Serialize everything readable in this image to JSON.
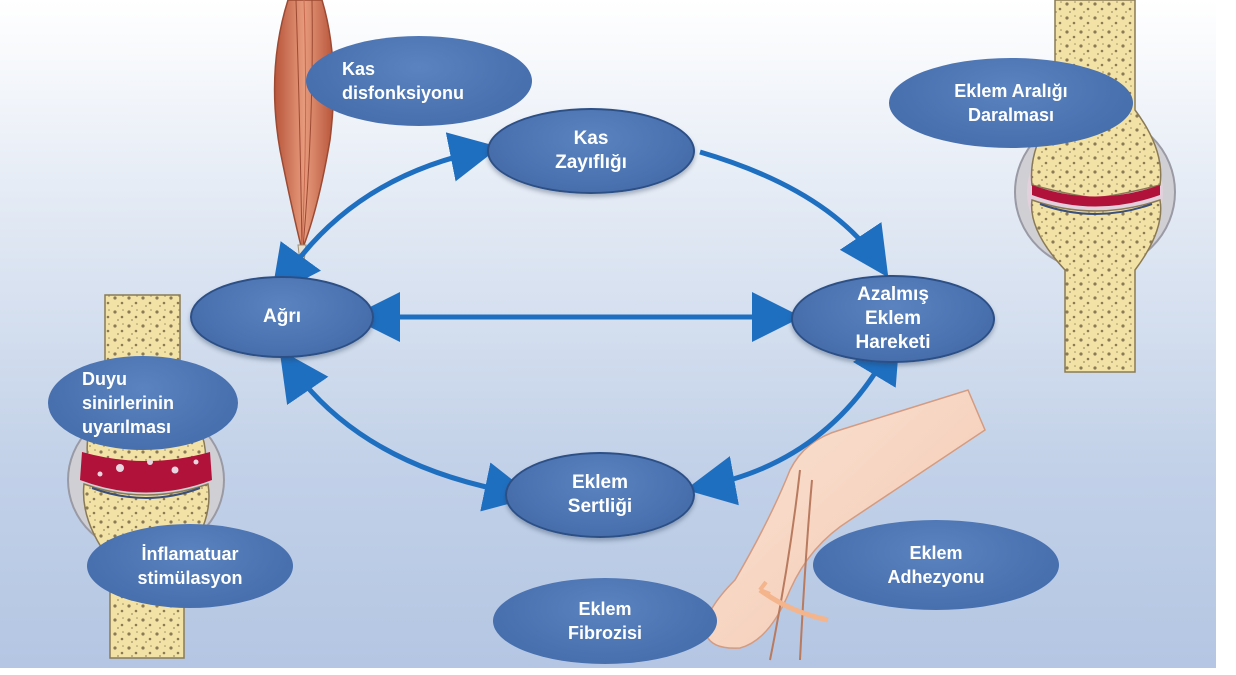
{
  "diagram": {
    "cycle": {
      "pain": "Ağrı",
      "muscle_weakness": "Kas\nZayıflığı",
      "reduced_motion": "Azalmış\nEklem\nHareketi",
      "joint_stiffness": "Eklem\nSertliği"
    },
    "side_labels": {
      "muscle_dysfunction": "Kas\ndisfonksiyonu",
      "joint_space_narrowing": "Eklem Aralığı\nDaralması",
      "sensory_nerve_stimulation": "Duyu\nsinirlerinin\nuyarılması",
      "inflammatory_stimulation": "İnflamatuar\nstimülasyon",
      "joint_fibrosis": "Eklem\nFibrozisi",
      "joint_adhesion": "Eklem\nAdhezyonu"
    },
    "icons": {
      "muscle": "muscle-illustration",
      "healthy_joint": "healthy-joint-illustration",
      "inflamed_joint": "inflamed-joint-illustration",
      "finger": "bent-finger-illustration"
    },
    "colors": {
      "node_fill": "#4a72b0",
      "node_border": "#2c4f86",
      "arrow": "#1f6fc1",
      "muscle": "#d8785a",
      "bone": "#f3e2a6",
      "inflammation": "#b0123a",
      "skin": "#f7d7c4"
    }
  }
}
